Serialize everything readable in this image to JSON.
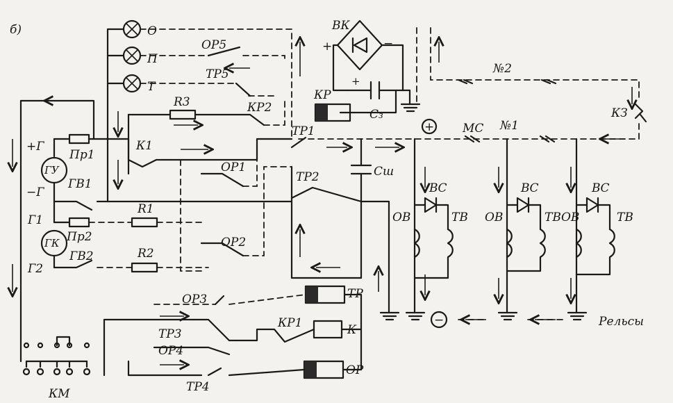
{
  "labels": {
    "fig": "б)",
    "vk": "ВК",
    "plus": "+",
    "minus": "−",
    "kr": "КР",
    "c3": "С₃",
    "o": "О",
    "p": "П",
    "t": "Т",
    "or5": "ОР5",
    "tr5": "ТР5",
    "r3": "R3",
    "kr2": "КР2",
    "tr1": "ТР1",
    "k1": "К1",
    "pr1": "Пр1",
    "plus_g": "+Г",
    "gu": "ГУ",
    "minus_g": "−Г",
    "gv1": "ГВ1",
    "g1": "Г1",
    "pr2": "Пр2",
    "gk": "ГК",
    "g2": "Г2",
    "gv2": "ГВ2",
    "r1": "R1",
    "r2": "R2",
    "or1": "ОР1",
    "or2": "ОР2",
    "tr2": "ТР2",
    "csh": "Сш",
    "or3": "ОР3",
    "tr3": "ТР3",
    "or4": "ОР4",
    "tr4": "ТР4",
    "kr1": "КР1",
    "tr": "ТР",
    "k": "К",
    "or": "ОР",
    "km": "КМ",
    "n2": "№2",
    "kz": "КЗ",
    "ms": "МС",
    "n1": "№1",
    "circle_plus": "+",
    "circle_minus": "−",
    "vs": "ВС",
    "ov": "ОВ",
    "tv": "ТВ",
    "rails": "Рельсы"
  },
  "colors": {
    "ink": "#1a1a1a",
    "paper": "#f4f2ee",
    "coil_fill": "#2a2a2a"
  }
}
